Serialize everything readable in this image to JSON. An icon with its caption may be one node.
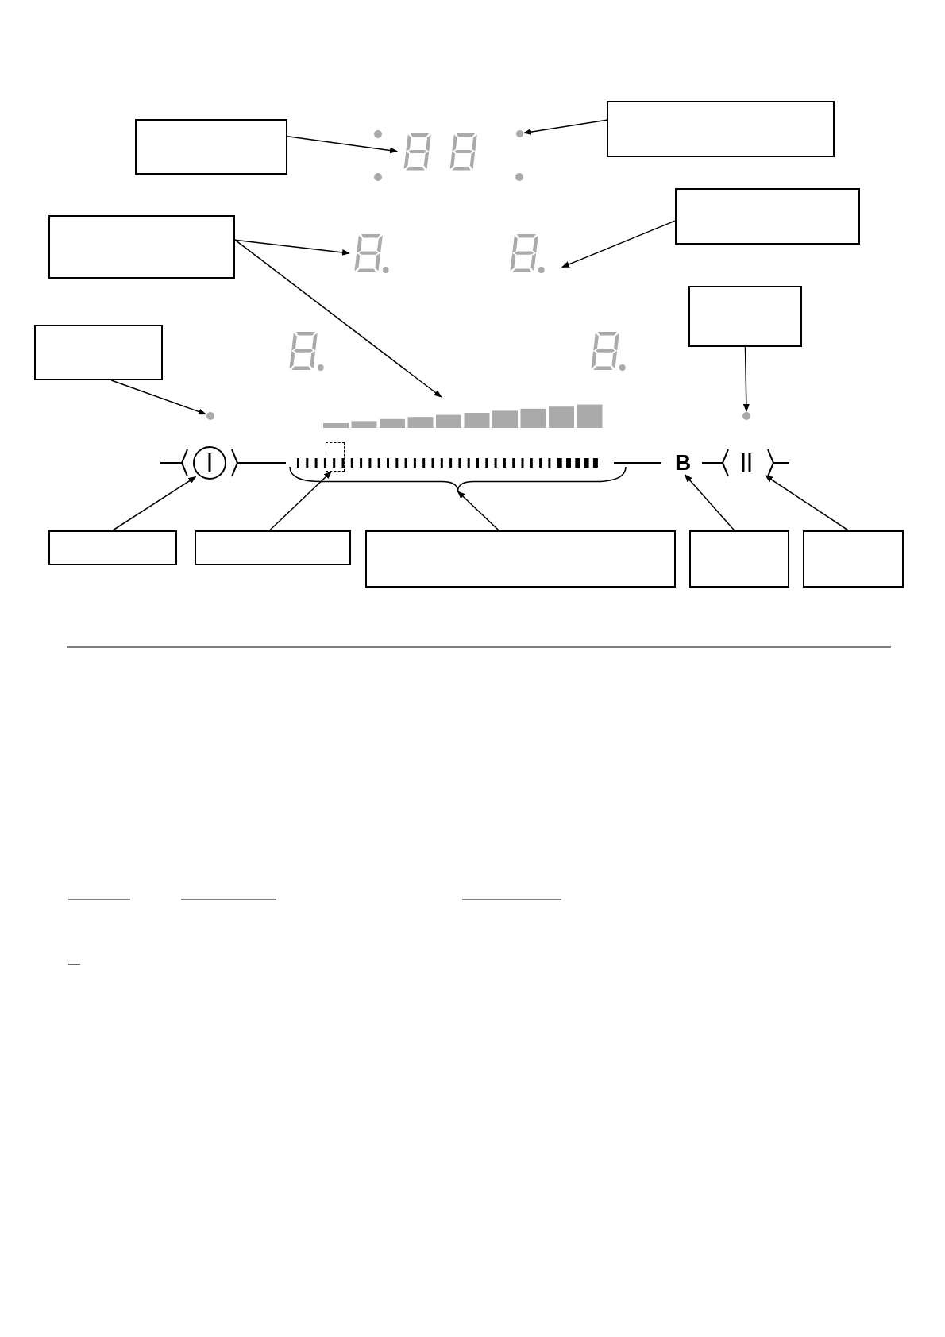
{
  "diagram": {
    "nodes": [
      {
        "text": [],
        "shape": "box"
      },
      {
        "text": [],
        "shape": "box"
      },
      {
        "text": [],
        "shape": "display"
      },
      {
        "text": [],
        "shape": "circle"
      },
      {
        "text": [],
        "shape": "box"
      },
      {
        "text": [],
        "shape": "box"
      },
      {
        "text": [],
        "shape": "display"
      },
      {
        "text": [],
        "shape": "display"
      },
      {
        "text": [],
        "shape": "box"
      },
      {
        "text": [],
        "shape": "box"
      },
      {
        "text": [],
        "shape": "bar"
      },
      {
        "text": [],
        "shape": "circle"
      },
      {
        "text": [],
        "shape": "circle"
      },
      {
        "text": [],
        "shape": "circle"
      },
      {
        "text": [],
        "shape": "box"
      },
      {
        "text": [],
        "shape": "bracket"
      },
      {
        "text": [
          "B"
        ]
      },
      {
        "text": [],
        "shape": "circle"
      },
      {
        "text": [],
        "shape": "box"
      },
      {
        "text": [],
        "shape": "box"
      },
      {
        "text": [],
        "shape": "box"
      },
      {
        "text": [],
        "shape": "box"
      },
      {
        "text": [],
        "shape": "box"
      }
    ],
    "edges": [
      {
        "from": 0,
        "to": 2,
        "arrow": "to"
      },
      {
        "from": 1,
        "to": 3,
        "arrow": "to"
      },
      {
        "from": 4,
        "to": 6,
        "arrow": "to"
      },
      {
        "from": 4,
        "to": 10,
        "arrow": "to"
      },
      {
        "from": 5,
        "to": 7,
        "arrow": "to"
      },
      {
        "from": 8,
        "to": 12,
        "arrow": "to"
      },
      {
        "from": 9,
        "to": 11,
        "arrow": "to"
      },
      {
        "from": 18,
        "to": 13,
        "arrow": "to"
      },
      {
        "from": 19,
        "to": 14,
        "arrow": "to"
      },
      {
        "from": 20,
        "to": 15,
        "arrow": "to"
      },
      {
        "from": 21,
        "to": 16,
        "arrow": "to"
      },
      {
        "from": 22,
        "to": 17,
        "arrow": "to"
      }
    ]
  }
}
